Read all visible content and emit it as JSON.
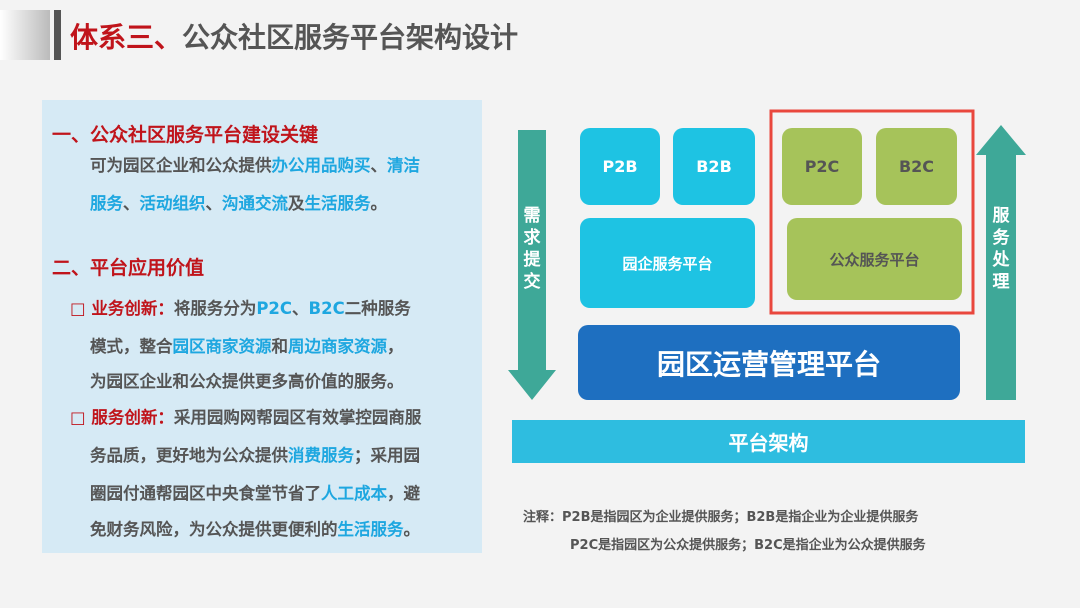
{
  "title": {
    "prefix": "体系三、",
    "main": "公众社区服务平台架构设计"
  },
  "panel": {
    "lines": [
      {
        "cls": "h",
        "segs": [
          [
            "r",
            "一、公众社区服务平台建设关键"
          ]
        ]
      },
      {
        "segs": [
          [
            "",
            "可为园区企业和公众提供"
          ],
          [
            "b",
            "办公用品购买"
          ],
          [
            "",
            "、"
          ],
          [
            "b",
            "清洁"
          ]
        ]
      },
      {
        "segs": [
          [
            "b",
            "服务"
          ],
          [
            "",
            "、"
          ],
          [
            "b",
            "活动组织"
          ],
          [
            "",
            "、"
          ],
          [
            "b",
            "沟通交流"
          ],
          [
            "",
            "及"
          ],
          [
            "b",
            "生活服务"
          ],
          [
            "",
            "。"
          ]
        ]
      },
      {
        "cls": "h",
        "segs": [
          [
            "r",
            "二、平台应用价值"
          ]
        ]
      },
      {
        "segs": [
          [
            "r",
            "□ 业务创新："
          ],
          [
            "",
            "将服务分为"
          ],
          [
            "b",
            "P2C"
          ],
          [
            "",
            "、"
          ],
          [
            "b",
            "B2C"
          ],
          [
            "",
            "二种服务"
          ]
        ]
      },
      {
        "segs": [
          [
            "",
            "模式，整合"
          ],
          [
            "b",
            "园区商家资源"
          ],
          [
            "",
            "和"
          ],
          [
            "b",
            "周边商家资源"
          ],
          [
            "",
            "，"
          ]
        ]
      },
      {
        "segs": [
          [
            "",
            "为园区企业和公众提供更多高价值的服务。"
          ]
        ]
      },
      {
        "segs": [
          [
            "r",
            "□ 服务创新："
          ],
          [
            "",
            "采用园购网帮园区有效掌控园商服"
          ]
        ]
      },
      {
        "segs": [
          [
            "",
            "务品质，更好地为公众提供"
          ],
          [
            "b",
            "消费服务"
          ],
          [
            "",
            "；采用园"
          ]
        ]
      },
      {
        "segs": [
          [
            "",
            "圈园付通帮园区中央食堂节省了"
          ],
          [
            "b",
            "人工成本"
          ],
          [
            "",
            "，避"
          ]
        ]
      },
      {
        "segs": [
          [
            "",
            "免财务风险，为公众提供更便利的"
          ],
          [
            "b",
            "生活服务"
          ],
          [
            "",
            "。"
          ]
        ]
      }
    ]
  },
  "diagram": {
    "left_arrow": "需求提交",
    "right_arrow": "服务处理",
    "p2b": "P2B",
    "b2b": "B2B",
    "p2c": "P2C",
    "b2c": "B2C",
    "enterprise_platform": "园企服务平台",
    "public_platform": "公众服务平台",
    "ops_platform": "园区运营管理平台",
    "architecture": "平台架构"
  },
  "notes": {
    "line1": "注释：P2B是指园区为企业提供服务；B2B是指企业为企业提供服务",
    "line2": "P2C是指园区为公众提供服务；B2C是指企业为公众提供服务"
  },
  "colors": {
    "red": "#c0141b",
    "blue": "#1ea7e0",
    "cyan": "#1ec3e3",
    "green": "#a6c35a",
    "ops": "#1e6fc0",
    "arrow": "#3ea898"
  }
}
